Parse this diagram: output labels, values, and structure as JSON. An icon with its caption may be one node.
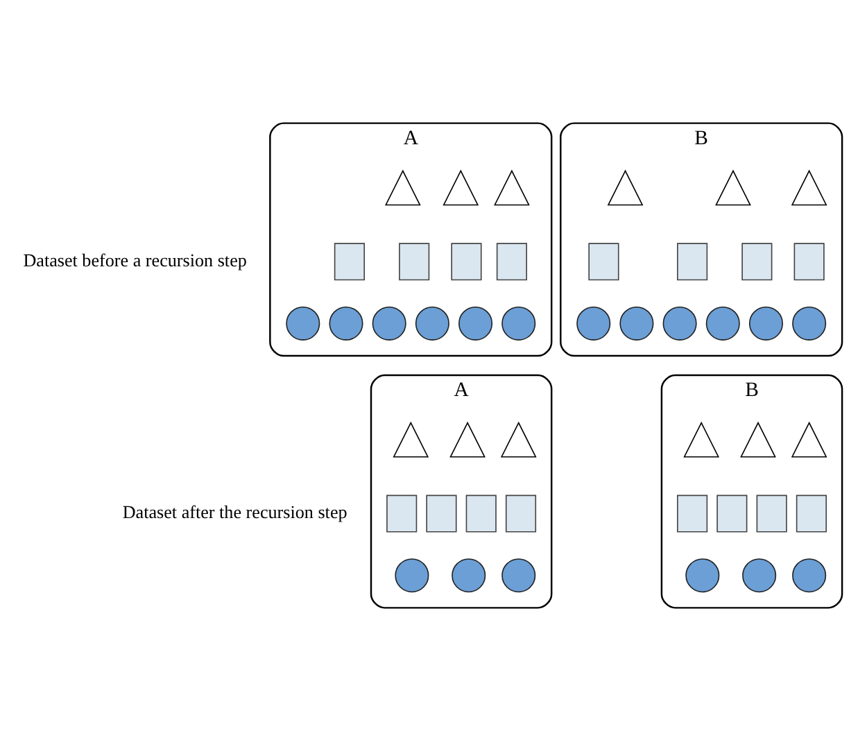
{
  "diagram": {
    "nodes": [
      {
        "text": [
          "A"
        ]
      },
      {
        "text": [],
        "shape": "triangle",
        "in": 0
      },
      {
        "text": [],
        "shape": "triangle",
        "in": 0
      },
      {
        "text": [],
        "shape": "triangle",
        "in": 0
      },
      {
        "text": [],
        "shape": "box",
        "in": 0
      },
      {
        "text": [],
        "shape": "box",
        "in": 0
      },
      {
        "text": [],
        "shape": "box",
        "in": 0
      },
      {
        "text": [],
        "shape": "box",
        "in": 0
      },
      {
        "text": [],
        "shape": "circle",
        "in": 0
      },
      {
        "text": [],
        "shape": "circle",
        "in": 0
      },
      {
        "text": [],
        "shape": "circle",
        "in": 0
      },
      {
        "text": [],
        "shape": "circle",
        "in": 0
      },
      {
        "text": [],
        "shape": "circle",
        "in": 0
      },
      {
        "text": [],
        "shape": "circle",
        "in": 0
      },
      {
        "text": [
          "B"
        ]
      },
      {
        "text": [],
        "shape": "triangle",
        "in": 14
      },
      {
        "text": [],
        "shape": "triangle",
        "in": 14
      },
      {
        "text": [],
        "shape": "triangle",
        "in": 14
      },
      {
        "text": [],
        "shape": "box",
        "in": 14
      },
      {
        "text": [],
        "shape": "box",
        "in": 14
      },
      {
        "text": [],
        "shape": "box",
        "in": 14
      },
      {
        "text": [],
        "shape": "box",
        "in": 14
      },
      {
        "text": [],
        "shape": "circle",
        "in": 14
      },
      {
        "text": [],
        "shape": "circle",
        "in": 14
      },
      {
        "text": [],
        "shape": "circle",
        "in": 14
      },
      {
        "text": [],
        "shape": "circle",
        "in": 14
      },
      {
        "text": [],
        "shape": "circle",
        "in": 14
      },
      {
        "text": [],
        "shape": "circle",
        "in": 14
      },
      {
        "text": [
          "A"
        ]
      },
      {
        "text": [],
        "shape": "triangle",
        "in": 28
      },
      {
        "text": [],
        "shape": "triangle",
        "in": 28
      },
      {
        "text": [],
        "shape": "triangle",
        "in": 28
      },
      {
        "text": [],
        "shape": "box",
        "in": 28
      },
      {
        "text": [],
        "shape": "box",
        "in": 28
      },
      {
        "text": [],
        "shape": "box",
        "in": 28
      },
      {
        "text": [],
        "shape": "box",
        "in": 28
      },
      {
        "text": [],
        "shape": "circle",
        "in": 28
      },
      {
        "text": [],
        "shape": "circle",
        "in": 28
      },
      {
        "text": [],
        "shape": "circle",
        "in": 28
      },
      {
        "text": [
          "B"
        ]
      },
      {
        "text": [],
        "shape": "triangle",
        "in": 39
      },
      {
        "text": [],
        "shape": "triangle",
        "in": 39
      },
      {
        "text": [],
        "shape": "triangle",
        "in": 39
      },
      {
        "text": [],
        "shape": "box",
        "in": 39
      },
      {
        "text": [],
        "shape": "box",
        "in": 39
      },
      {
        "text": [],
        "shape": "box",
        "in": 39
      },
      {
        "text": [],
        "shape": "box",
        "in": 39
      },
      {
        "text": [],
        "shape": "circle",
        "in": 39
      },
      {
        "text": [],
        "shape": "circle",
        "in": 39
      },
      {
        "text": [],
        "shape": "circle",
        "in": 39
      }
    ],
    "labels": [
      "Dataset before a recursion step",
      "Dataset after the recursion step"
    ]
  }
}
